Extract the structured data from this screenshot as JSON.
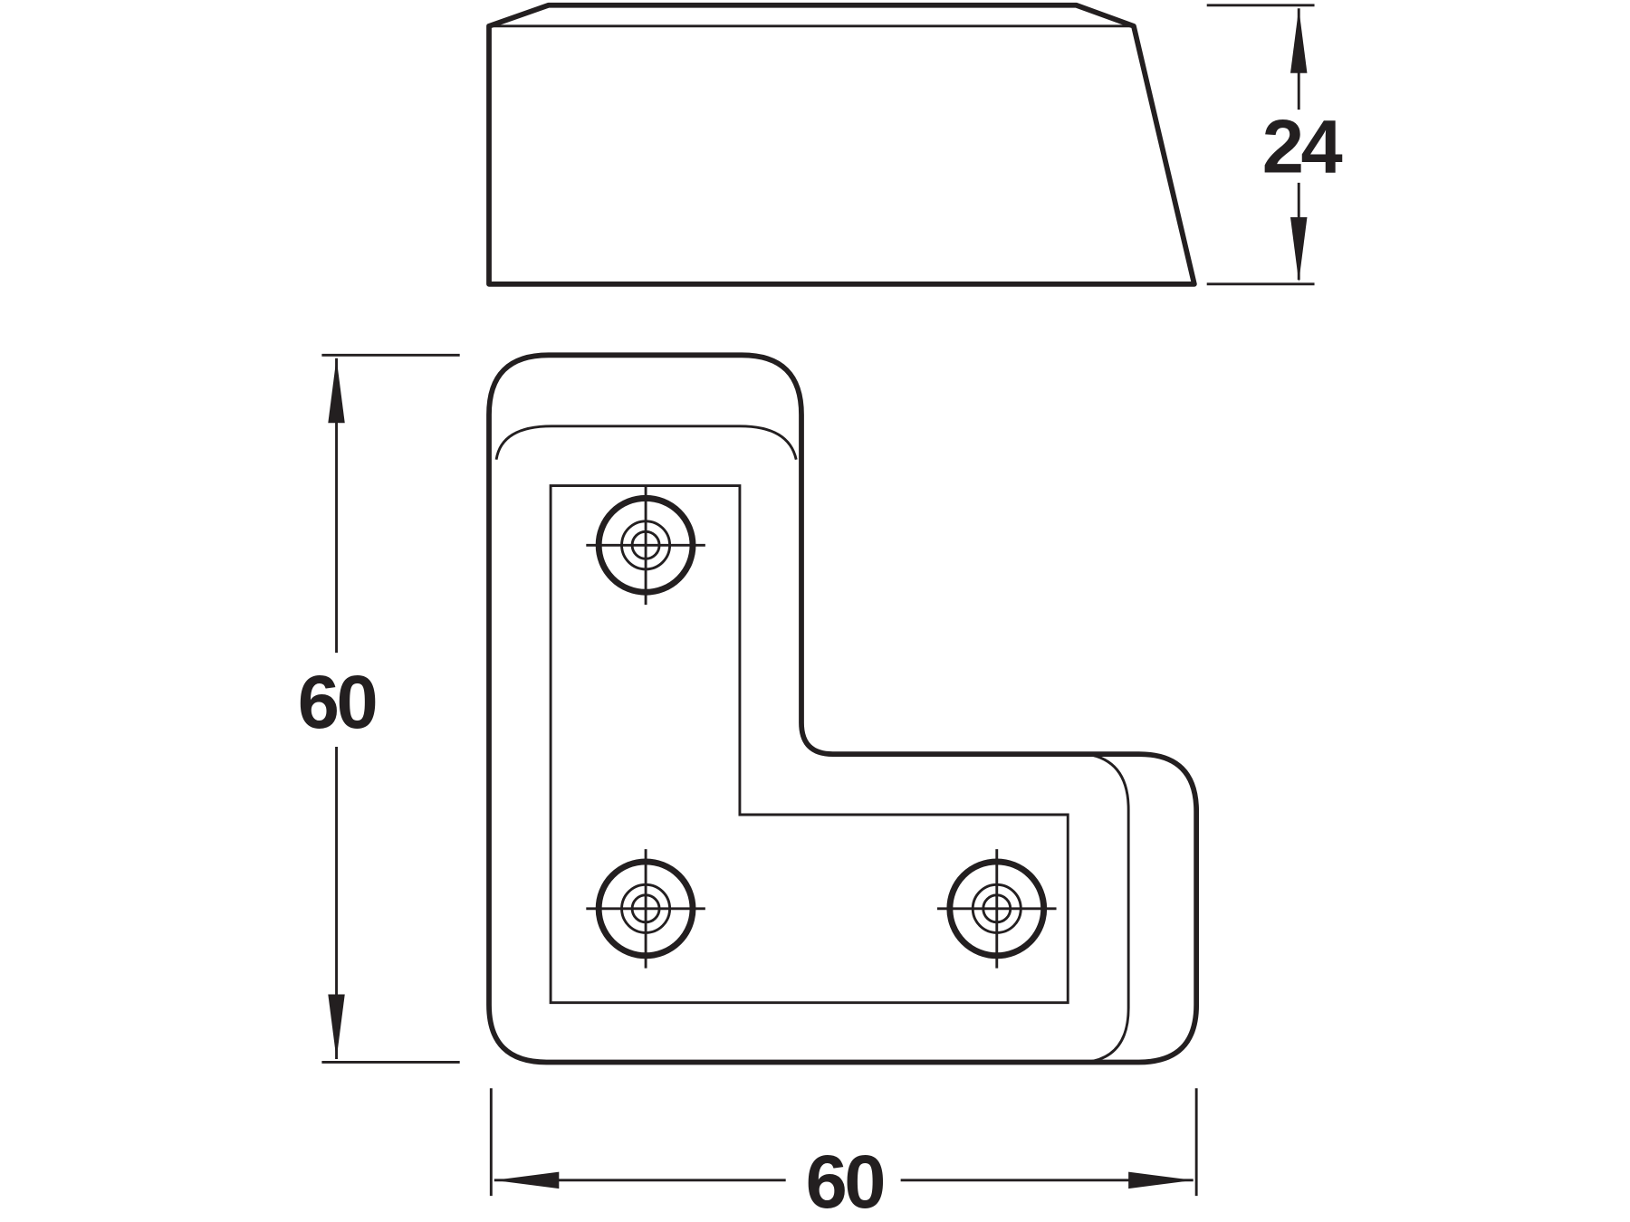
{
  "dimensions": {
    "height": "24",
    "depth": "60",
    "width": "60"
  },
  "colors": {
    "line": "#231f20",
    "background": "#ffffff"
  }
}
